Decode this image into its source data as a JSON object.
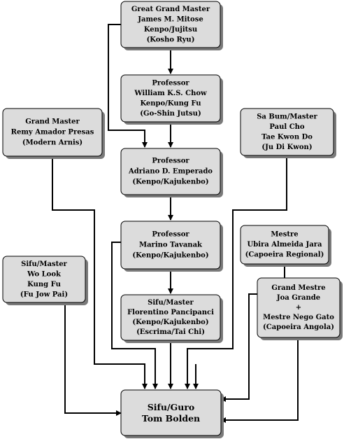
{
  "nodes": [
    {
      "id": "mitose",
      "lines": [
        "Great Grand Master",
        "James M. Mitose",
        "Kenpo/Jujitsu",
        "(Kosho Ryu)"
      ]
    },
    {
      "id": "chow",
      "lines": [
        "Professor",
        "William K.S. Chow",
        "Kenpo/Kung Fu",
        "(Go-Shin Jutsu)"
      ]
    },
    {
      "id": "presas",
      "lines": [
        "Grand Master",
        "Remy Amador Presas",
        "(Modern Arnis)"
      ]
    },
    {
      "id": "cho",
      "lines": [
        "Sa Bum/Master",
        "Paul Cho",
        "Tae Kwon Do",
        "(Ju Di Kwon)"
      ]
    },
    {
      "id": "emperado",
      "lines": [
        "Professor",
        "Adriano D. Emperado",
        "(Kenpo/Kajukenbo)"
      ]
    },
    {
      "id": "jara",
      "lines": [
        "Mestre",
        "Ubira Almeida Jara",
        "(Capoeira Regional)"
      ]
    },
    {
      "id": "tavanak",
      "lines": [
        "Professor",
        "Marino Tavanak",
        "(Kenpo/Kajukenbo)"
      ]
    },
    {
      "id": "look",
      "lines": [
        "Sifu/Master",
        "Wo Look",
        "Kung Fu",
        "(Fu Jow Pai)"
      ]
    },
    {
      "id": "grande",
      "lines": [
        "Grand Mestre",
        "Joa Grande",
        "+",
        "Mestre Nego Gato",
        "(Capoeira Angola)"
      ]
    },
    {
      "id": "pancipanci",
      "lines": [
        "Sifu/Master",
        "Florentino Pancipanci",
        "(Kenpo/Kajukenbo)",
        "(Escrima/Tai Chi)"
      ]
    },
    {
      "id": "bolden",
      "lines": [
        "Sifu/Guro",
        "Tom Bolden"
      ]
    }
  ]
}
